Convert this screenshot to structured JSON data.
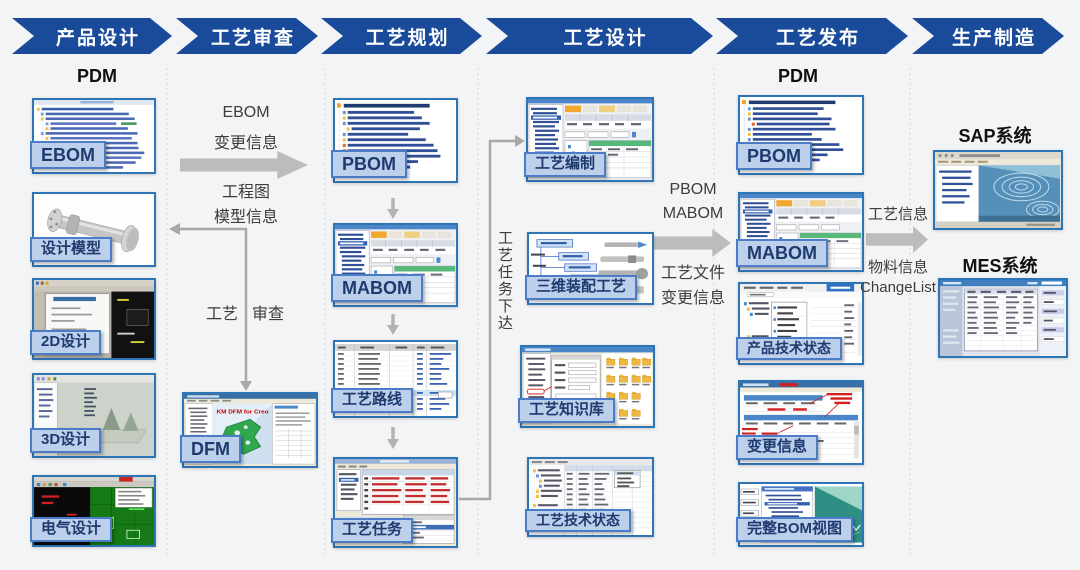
{
  "banner": {
    "steps": [
      {
        "label": "产品设计"
      },
      {
        "label": "工艺审查"
      },
      {
        "label": "工艺规划"
      },
      {
        "label": "工艺设计"
      },
      {
        "label": "工艺发布"
      },
      {
        "label": "生产制造"
      }
    ]
  },
  "colors": {
    "banner_blue": "#1a4b9a",
    "label_fill": "#bccfeb",
    "label_border": "#4a7cc7",
    "label_text": "#1e3a6e",
    "thumb_border": "#2e75b6",
    "arrow_gray": "#bcbcbc"
  },
  "col_product_design": {
    "heading": "PDM",
    "thumbnails": [
      {
        "label": "EBOM"
      },
      {
        "label": "设计模型"
      },
      {
        "label": "2D设计"
      },
      {
        "label": "3D设计"
      },
      {
        "label": "电气设计"
      }
    ]
  },
  "col_process_review": {
    "top_lines": [
      "EBOM",
      "变更信息"
    ],
    "mid_lines": [
      "工程图",
      "模型信息"
    ],
    "review_split": [
      "工艺",
      "审查"
    ],
    "thumbnail": {
      "label": "DFM",
      "watermark": "KM DFM for Creo"
    }
  },
  "col_process_planning": {
    "thumbnails": [
      {
        "label": "PBOM"
      },
      {
        "label": "MABOM"
      },
      {
        "label": "工艺路线"
      },
      {
        "label": "工艺任务"
      }
    ]
  },
  "col_process_design": {
    "connector_label": "工艺任务下达",
    "thumbnails": [
      {
        "label": "工艺编制"
      },
      {
        "label": "三维装配工艺"
      },
      {
        "label": "工艺知识库"
      },
      {
        "label": "工艺技术状态"
      }
    ]
  },
  "col_process_release": {
    "heading": "PDM",
    "arrow_lines_top": [
      "PBOM",
      "MABOM"
    ],
    "arrow_lines_bottom": [
      "工艺文件",
      "变更信息"
    ],
    "thumbnails": [
      {
        "label": "PBOM"
      },
      {
        "label": "MABOM"
      },
      {
        "label": "产品技术状态"
      },
      {
        "label": "变更信息"
      },
      {
        "label": "完整BOM视图"
      }
    ]
  },
  "col_manufacturing": {
    "arrow_line_top": "工艺信息",
    "arrow_lines_bottom": [
      "物料信息",
      "ChangeList"
    ],
    "systems": [
      {
        "label": "SAP系统"
      },
      {
        "label": "MES系统"
      }
    ]
  }
}
